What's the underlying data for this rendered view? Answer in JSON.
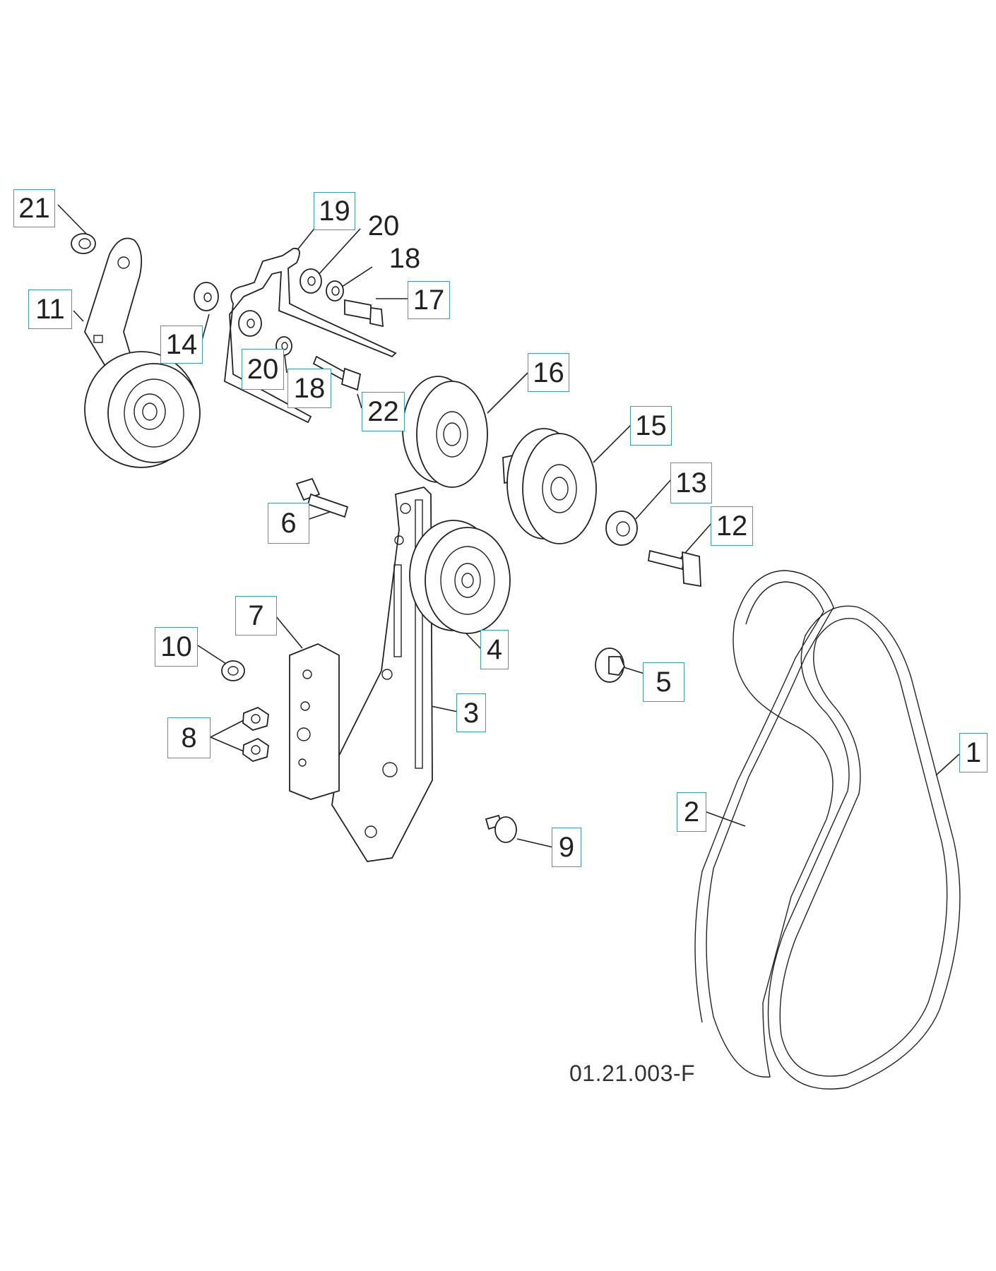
{
  "diagram_code": "01.21.003-F",
  "colors": {
    "label_border": "#3a9fb3",
    "line": "#222222",
    "background": "#ffffff"
  },
  "callouts": [
    {
      "id": "c21a",
      "label": "21",
      "boxed": true
    },
    {
      "id": "c19",
      "label": "19",
      "boxed": true
    },
    {
      "id": "c20a",
      "label": "20",
      "boxed": false
    },
    {
      "id": "c18a",
      "label": "18",
      "boxed": false
    },
    {
      "id": "c17",
      "label": "17",
      "boxed": true
    },
    {
      "id": "c11",
      "label": "11",
      "boxed": true
    },
    {
      "id": "c14",
      "label": "14",
      "boxed": true
    },
    {
      "id": "c20b",
      "label": "20",
      "boxed": true
    },
    {
      "id": "c18b",
      "label": "18",
      "boxed": true
    },
    {
      "id": "c22",
      "label": "22",
      "boxed": true
    },
    {
      "id": "c16",
      "label": "16",
      "boxed": true
    },
    {
      "id": "c15",
      "label": "15",
      "boxed": true
    },
    {
      "id": "c13",
      "label": "13",
      "boxed": true
    },
    {
      "id": "c12",
      "label": "12",
      "boxed": true
    },
    {
      "id": "c6",
      "label": "6",
      "boxed": true
    },
    {
      "id": "c7",
      "label": "7",
      "boxed": true
    },
    {
      "id": "c10",
      "label": "10",
      "boxed": true
    },
    {
      "id": "c4",
      "label": "4",
      "boxed": true
    },
    {
      "id": "c5",
      "label": "5",
      "boxed": true
    },
    {
      "id": "c8",
      "label": "8",
      "boxed": true
    },
    {
      "id": "c3",
      "label": "3",
      "boxed": true
    },
    {
      "id": "c1",
      "label": "1",
      "boxed": true
    },
    {
      "id": "c2",
      "label": "2",
      "boxed": true
    },
    {
      "id": "c9",
      "label": "9",
      "boxed": true
    }
  ]
}
